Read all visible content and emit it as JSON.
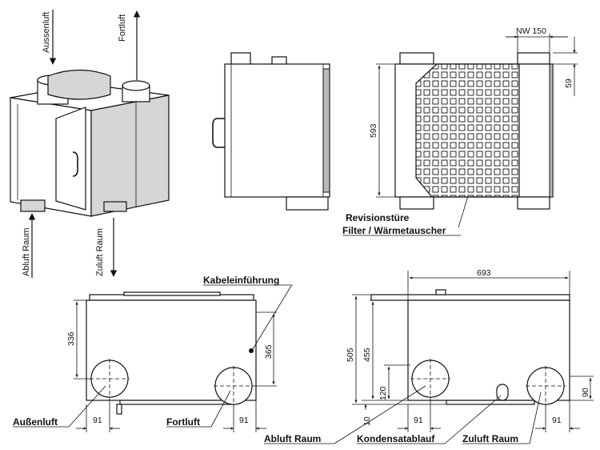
{
  "arrows": {
    "aussenluft": "Aussenluft",
    "fortluft": "Fortluft",
    "abluft_raum": "Abluft Raum",
    "zuluft_raum": "Zuluft Raum"
  },
  "dims": {
    "nw": "NW 150",
    "d59": "59",
    "d593": "593",
    "d336": "336",
    "d365": "365",
    "d91a": "91",
    "d91b": "91",
    "d693": "693",
    "d505": "505",
    "d455": "455",
    "d120": "120",
    "d90": "90",
    "d10": "10",
    "d91c": "91",
    "d91d": "91"
  },
  "labels": {
    "revisionstuere": "Revisionstüre",
    "filter": "Filter / Wärmetauscher",
    "kabeleinfuehrung": "Kabeleinführung",
    "aussenluft": "Außenluft",
    "fortluft": "Fortluft",
    "abluft_raum": "Abluft Raum",
    "kondensatablauf": "Kondensatablauf",
    "zuluft_raum": "Zuluft Raum"
  }
}
